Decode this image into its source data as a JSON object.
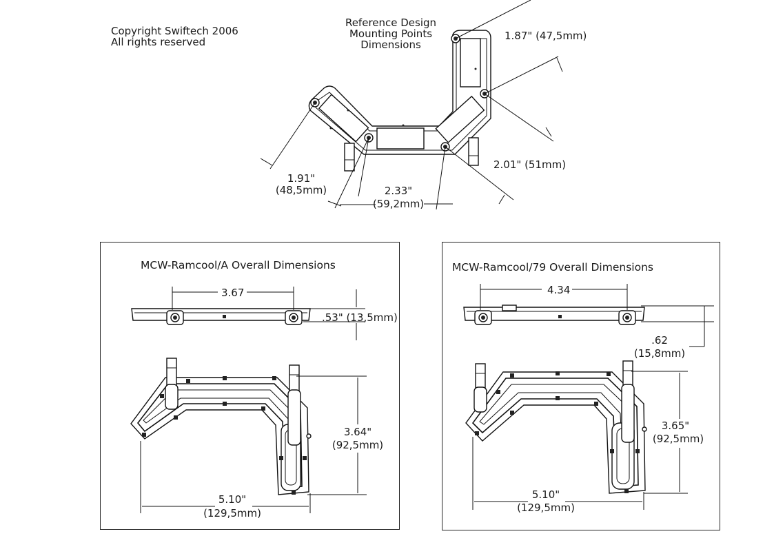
{
  "copyright": {
    "line1": "Copyright Swiftech 2006",
    "line2": "All rights reserved"
  },
  "reference": {
    "title_lines": [
      "Reference  Design",
      "Mounting Points",
      "Dimensions"
    ],
    "dim_187": "1.87\" (47,5mm)",
    "dim_201": "2.01\" (51mm)",
    "dim_191_a": "1.91\"",
    "dim_191_b": "(48,5mm)",
    "dim_233_a": "2.33\"",
    "dim_233_b": "(59,2mm)"
  },
  "panel_a": {
    "title": "MCW-Ramcool/A Overall Dimensions",
    "dim_width_top": "3.67",
    "dim_height_side": ".53\" (13,5mm)",
    "dim_h_a": "3.64\"",
    "dim_h_b": "(92,5mm)",
    "dim_w_a": "5.10\"",
    "dim_w_b": "(129,5mm)"
  },
  "panel_b": {
    "title": "MCW-Ramcool/79 Overall Dimensions",
    "dim_width_top": "4.34",
    "dim_side_a": ".62",
    "dim_side_b": "(15,8mm)",
    "dim_h_a": "3.65\"",
    "dim_h_b": "(92,5mm)",
    "dim_w_a": "5.10\"",
    "dim_w_b": "(129,5mm)"
  }
}
